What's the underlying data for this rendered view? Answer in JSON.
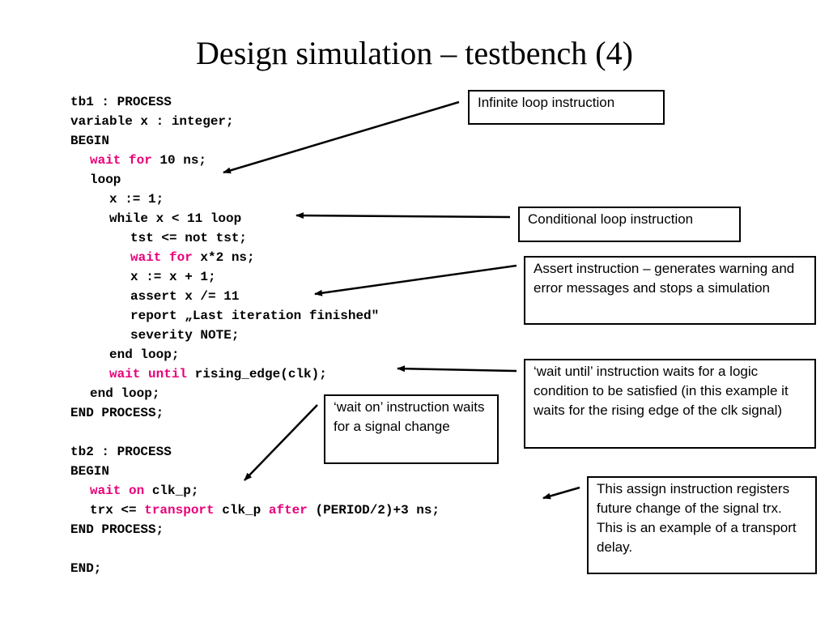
{
  "slide": {
    "title": "Design simulation – testbench (4)"
  },
  "code": {
    "lines": [
      {
        "indent": 0,
        "segments": [
          {
            "t": "tb1 : PROCESS"
          }
        ]
      },
      {
        "indent": 0,
        "segments": [
          {
            "t": "variable x : integer;"
          }
        ]
      },
      {
        "indent": 0,
        "segments": [
          {
            "t": "BEGIN"
          }
        ]
      },
      {
        "indent": 1,
        "segments": [
          {
            "t": "wait for",
            "kw": true
          },
          {
            "t": " 10 ns;"
          }
        ]
      },
      {
        "indent": 1,
        "segments": [
          {
            "t": "loop"
          }
        ]
      },
      {
        "indent": 2,
        "segments": [
          {
            "t": "x := 1;"
          }
        ]
      },
      {
        "indent": 2,
        "segments": [
          {
            "t": "while x < 11 loop"
          }
        ]
      },
      {
        "indent": 3,
        "segments": [
          {
            "t": "tst <= not tst;"
          }
        ]
      },
      {
        "indent": 3,
        "segments": [
          {
            "t": "wait for",
            "kw": true
          },
          {
            "t": " x*2 ns;"
          }
        ]
      },
      {
        "indent": 3,
        "segments": [
          {
            "t": "x := x + 1;"
          }
        ]
      },
      {
        "indent": 3,
        "segments": [
          {
            "t": "assert x /= 11"
          }
        ]
      },
      {
        "indent": 3,
        "segments": [
          {
            "t": "report „Last iteration finished\""
          }
        ]
      },
      {
        "indent": 3,
        "segments": [
          {
            "t": "severity NOTE;"
          }
        ]
      },
      {
        "indent": 2,
        "segments": [
          {
            "t": "end loop;"
          }
        ]
      },
      {
        "indent": 2,
        "segments": [
          {
            "t": "wait until",
            "kw": true
          },
          {
            "t": " rising_edge(clk);"
          }
        ]
      },
      {
        "indent": 1,
        "segments": [
          {
            "t": "end loop;"
          }
        ]
      },
      {
        "indent": 0,
        "segments": [
          {
            "t": "END PROCESS;"
          }
        ]
      },
      {
        "indent": 0,
        "segments": [
          {
            "t": ""
          }
        ]
      },
      {
        "indent": 0,
        "segments": [
          {
            "t": "tb2 : PROCESS"
          }
        ]
      },
      {
        "indent": 0,
        "segments": [
          {
            "t": "BEGIN"
          }
        ]
      },
      {
        "indent": 1,
        "segments": [
          {
            "t": "wait on",
            "kw": true
          },
          {
            "t": " clk_p;"
          }
        ]
      },
      {
        "indent": 1,
        "segments": [
          {
            "t": "trx <= "
          },
          {
            "t": "transport",
            "kw": true
          },
          {
            "t": " clk_p "
          },
          {
            "t": "after",
            "kw": true
          },
          {
            "t": " (PERIOD/2)+3 ns;"
          }
        ]
      },
      {
        "indent": 0,
        "segments": [
          {
            "t": "END PROCESS;"
          }
        ]
      },
      {
        "indent": 0,
        "segments": [
          {
            "t": ""
          }
        ]
      },
      {
        "indent": 0,
        "segments": [
          {
            "t": "END;"
          }
        ]
      }
    ]
  },
  "callouts": {
    "infinite_loop": "Infinite loop instruction",
    "conditional_loop": "Conditional loop instruction",
    "assert": "Assert instruction – generates warning and error messages and stops a simulation",
    "wait_until": "‘wait until’ instruction waits for a logic condition to be satisfied (in this example it waits for the rising edge of the clk signal)",
    "wait_on": "‘wait on’ instruction waits for a signal change",
    "transport": "This assign instruction registers future change of the signal trx. This is an example of a transport delay."
  },
  "colors": {
    "keyword": "#e8007a",
    "text": "#000000",
    "background": "#ffffff"
  }
}
